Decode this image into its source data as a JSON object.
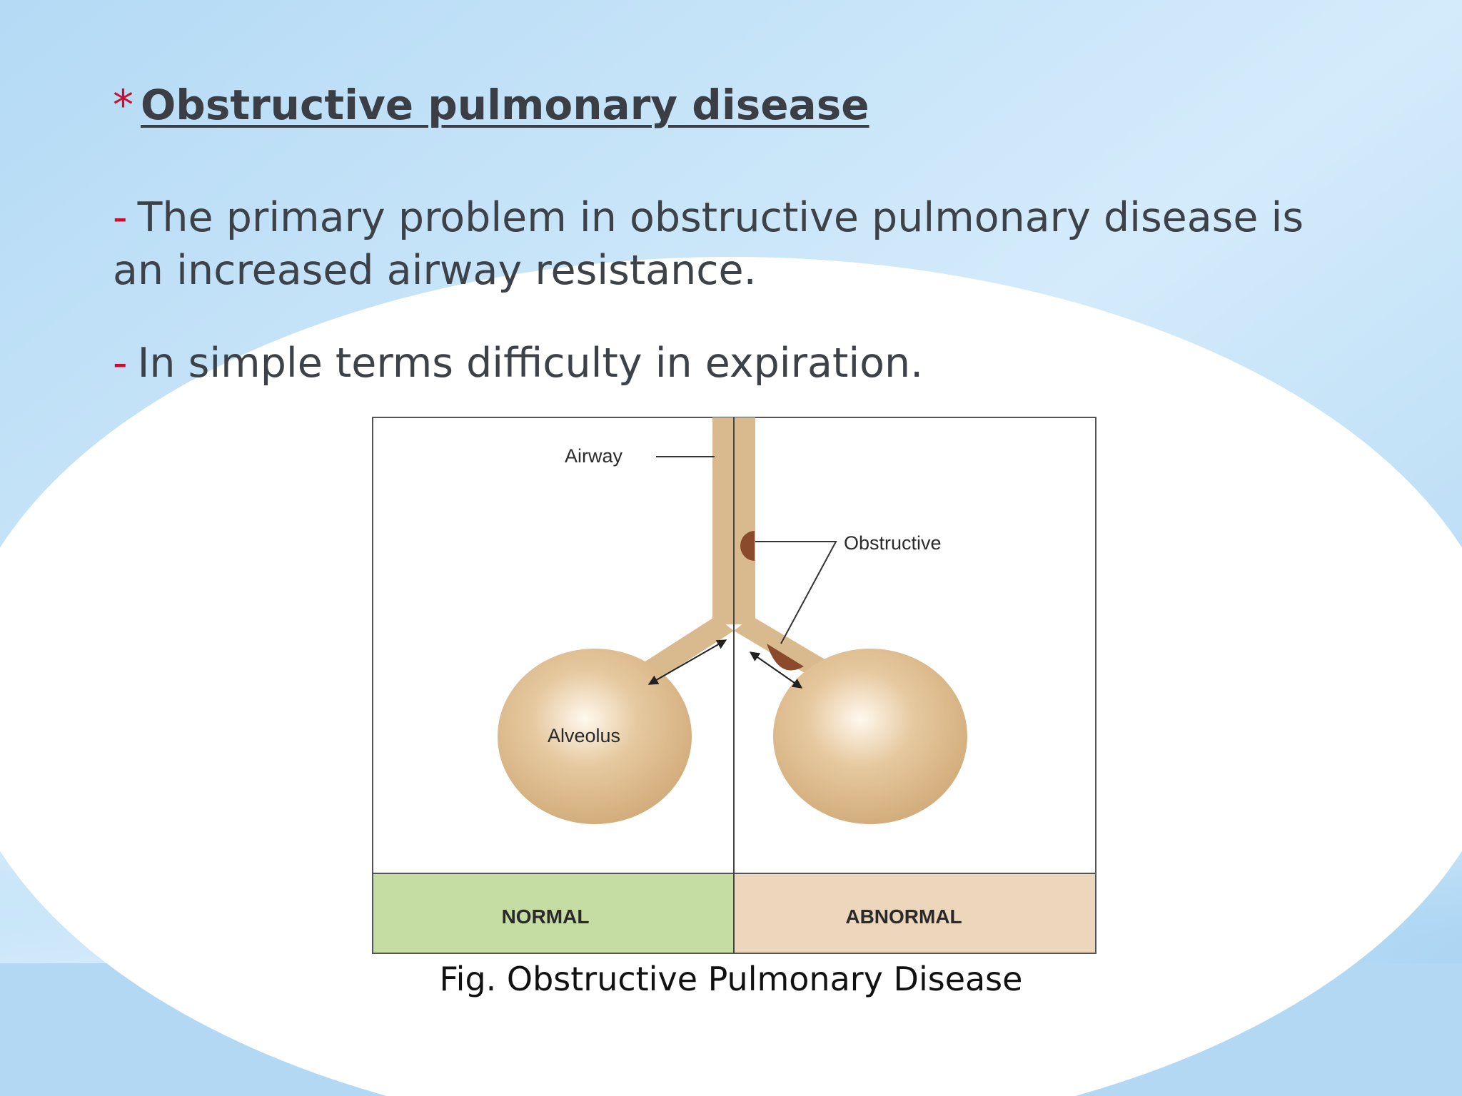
{
  "slide": {
    "title_marker": "*",
    "title": "Obstructive pulmonary disease",
    "bullets": [
      {
        "marker": "-",
        "text": "The primary problem in obstructive pulmonary disease is an increased airway resistance."
      },
      {
        "marker": "-",
        "text": "In simple terms difficulty in expiration."
      }
    ],
    "figure": {
      "labels": {
        "airway": "Airway",
        "obstructive": "Obstructive",
        "alveolus": "Alveolus",
        "normal": "NORMAL",
        "abnormal": "ABNORMAL"
      },
      "caption": "Fig. Obstructive Pulmonary Disease"
    }
  },
  "colors": {
    "accent_marker": "#c8102e",
    "text": "#3d4148",
    "airway_tan": "#d9b98e",
    "obstruction_brown": "#8b4a2b",
    "normal_panel": "#c5dca2",
    "abnormal_panel": "#ecd7bd"
  }
}
